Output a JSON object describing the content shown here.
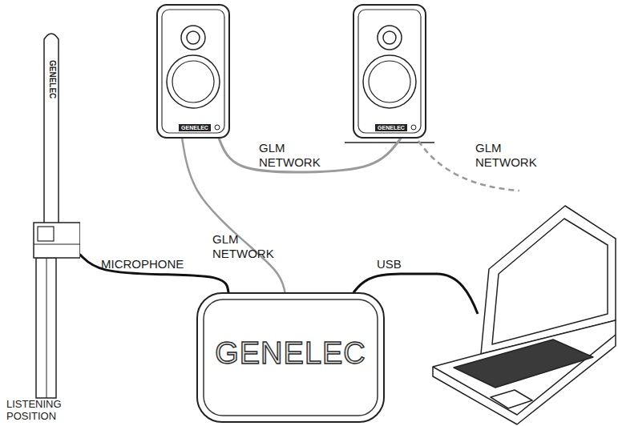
{
  "diagram": {
    "nodes": [
      {
        "text": [
          "GENELEC"
        ]
      },
      {
        "text": [
          "GENELEC"
        ]
      },
      {
        "text": [
          "GENELEC",
          "LISTENING POSITION"
        ]
      },
      {
        "text": [
          "GENELEC"
        ]
      }
    ],
    "edges": [
      {
        "from": 0,
        "to": 1,
        "arrow": "none",
        "label": "GLM NETWORK"
      },
      {
        "from": 0,
        "to": 3,
        "arrow": "none",
        "label": "GLM NETWORK"
      },
      {
        "from": 2,
        "to": 3,
        "arrow": "none",
        "label": "MICROPHONE"
      }
    ],
    "labels": [
      "GLM NETWORK",
      "USB"
    ]
  }
}
